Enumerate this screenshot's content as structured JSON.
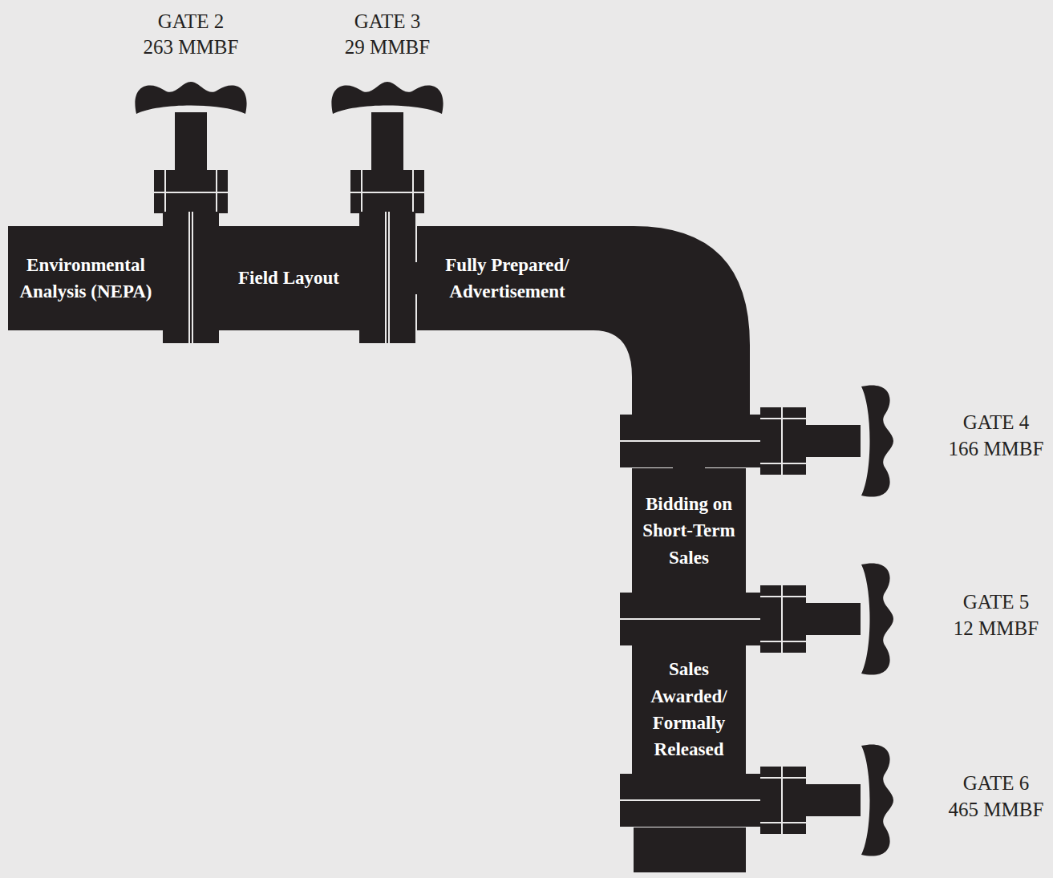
{
  "diagram": {
    "nodes": [
      {
        "text": [
          "Environmental Analysis (NEPA)"
        ]
      },
      {
        "text": [
          "Field Layout"
        ]
      },
      {
        "text": [
          "Fully Prepared/ Advertisement"
        ]
      },
      {
        "text": [
          "Bidding on Short-Term Sales"
        ]
      },
      {
        "text": [
          "Sales Awarded/ Formally Released"
        ]
      }
    ],
    "edges": [
      {
        "from": 0,
        "to": 1,
        "arrow": "none"
      },
      {
        "from": 1,
        "to": 2,
        "arrow": "none"
      },
      {
        "from": 2,
        "to": 3,
        "arrow": "none"
      },
      {
        "from": 3,
        "to": 4,
        "arrow": "none"
      }
    ],
    "labels": [
      "GATE 2",
      "263 MMBF",
      "GATE 3",
      "29 MMBF",
      "GATE 4",
      "166 MMBF",
      "GATE 5",
      "12 MMBF",
      "GATE 6",
      "465 MMBF"
    ]
  }
}
